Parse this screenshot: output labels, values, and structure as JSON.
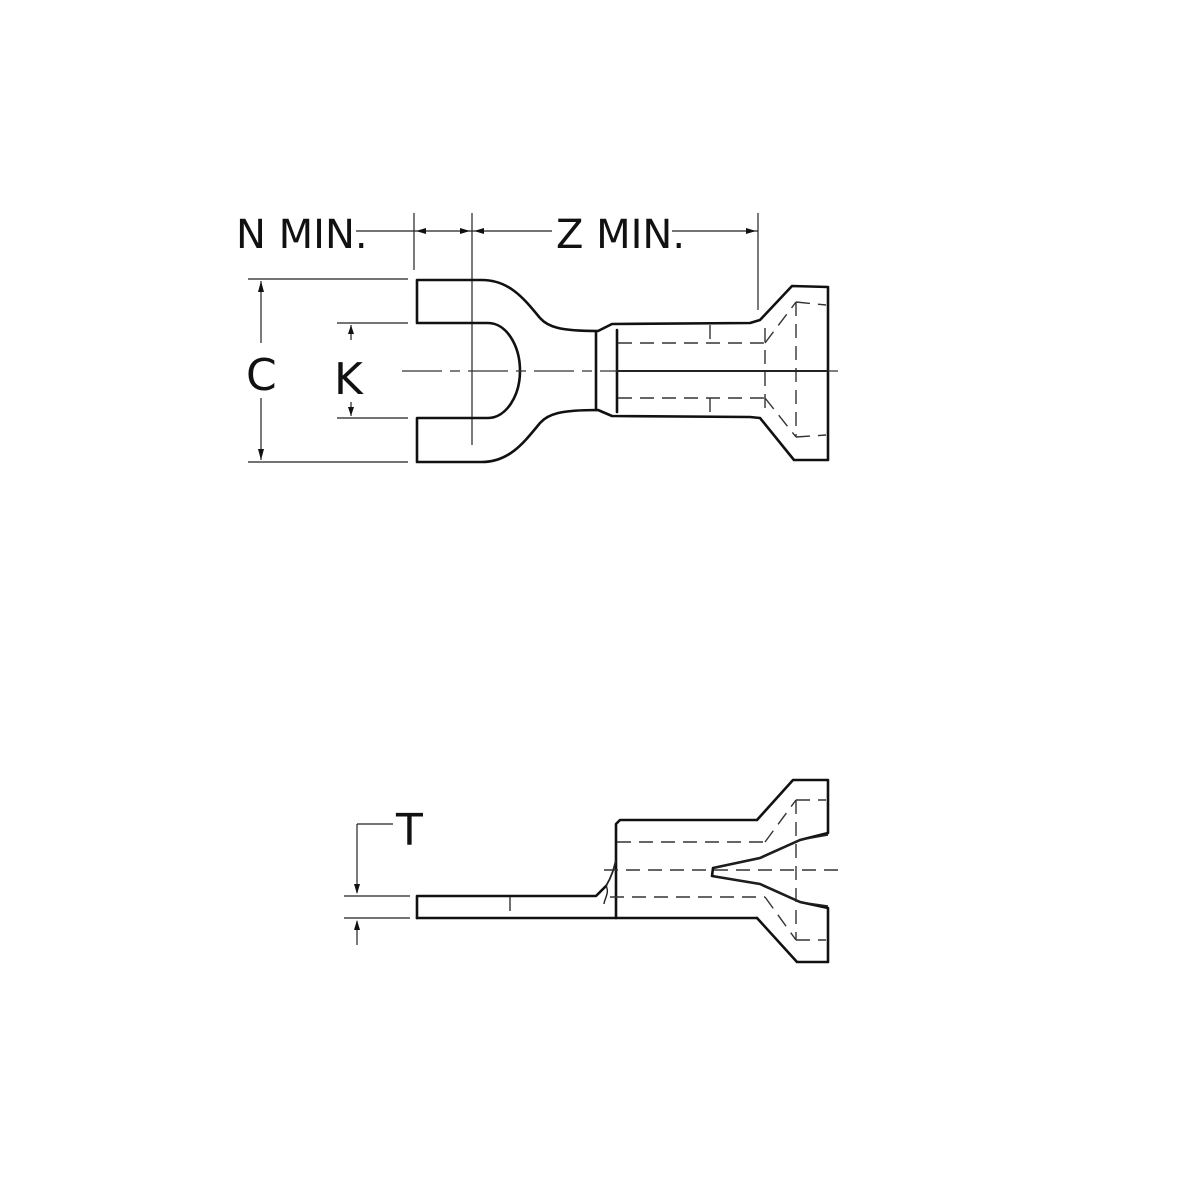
{
  "diagram": {
    "subject": "Spade / fork terminal dimension drawing",
    "views": [
      {
        "name": "top-view",
        "description": "Fork terminal plan view with dimensions"
      },
      {
        "name": "side-view",
        "description": "Fork terminal side elevation with thickness dimension"
      }
    ],
    "labels": {
      "n_min": "N MIN.",
      "z_min": "Z MIN.",
      "c": "C",
      "k": "K",
      "t": "T"
    },
    "colors": {
      "line": "#111111",
      "background": "#ffffff"
    }
  }
}
